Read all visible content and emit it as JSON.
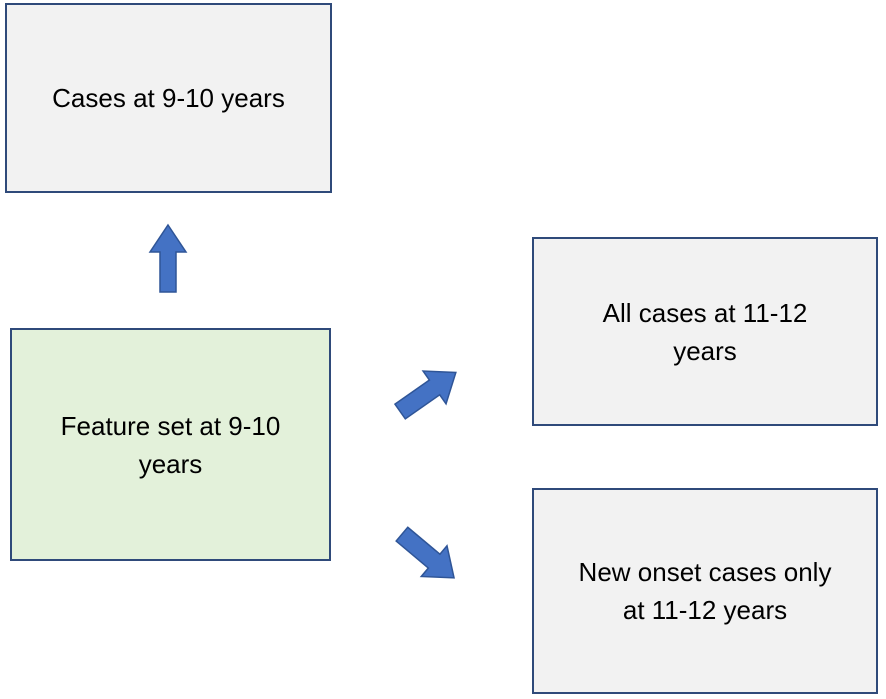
{
  "boxes": {
    "cases_9_10": "Cases at 9-10 years",
    "feature_set": "Feature set at 9-10\nyears",
    "all_cases": "All cases at 11-12\nyears",
    "new_onset": "New onset cases only\nat 11-12 years"
  },
  "colors": {
    "outcome_box_fill": "#f2f2f2",
    "feature_box_fill": "#e3f1da",
    "box_border": "#2f4a7a",
    "arrow_fill": "#4472c4"
  },
  "icons": [
    "arrow-up-icon",
    "arrow-up-right-icon",
    "arrow-down-right-icon"
  ]
}
